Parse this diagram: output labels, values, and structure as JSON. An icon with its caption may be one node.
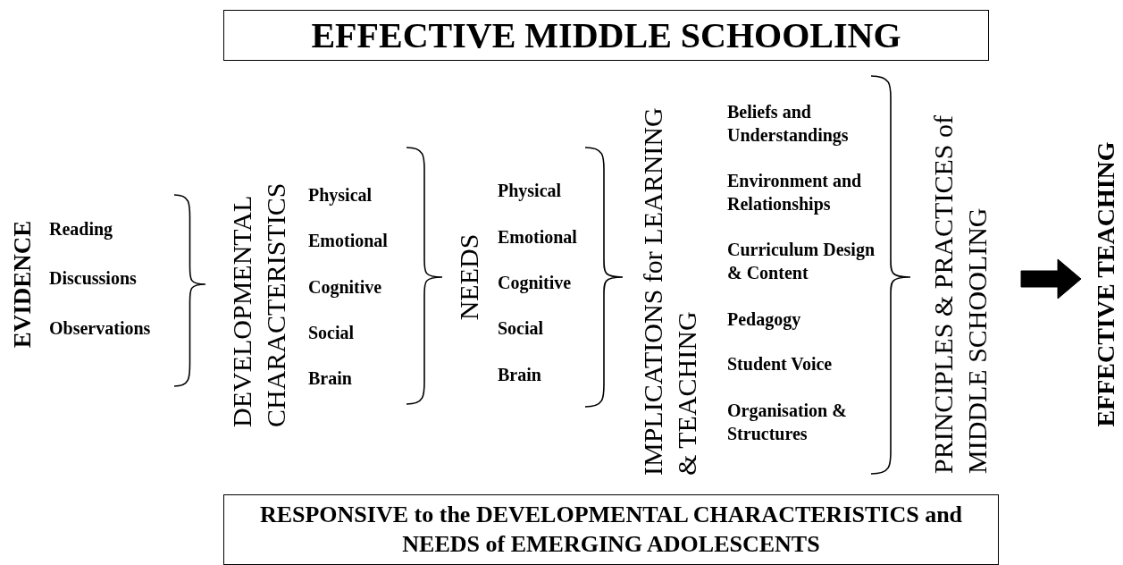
{
  "diagram": {
    "nodes": [
      {
        "text": [
          "EFFECTIVE MIDDLE SCHOOLING"
        ]
      },
      {
        "text": [
          "PRINCIPLES & PRACTICES of MIDDLE SCHOOLING"
        ]
      },
      {
        "text": [
          "EFFECTIVE TEACHING"
        ]
      },
      {
        "text": [
          "RESPONSIVE to the DEVELOPMENTAL CHARACTERISTICS and NEEDS of EMERGING ADOLESCENTS"
        ]
      }
    ],
    "edges": [
      {
        "from": 1,
        "to": 2,
        "arrow": "to",
        "style": "thick"
      }
    ],
    "labels": [
      "EVIDENCE",
      "Reading",
      "Discussions",
      "Observations",
      "DEVELOPMENTAL CHARACTERISTICS",
      "Physical",
      "Emotional",
      "Cognitive",
      "Social",
      "Brain",
      "NEEDS",
      "Physical",
      "Emotional",
      "Cognitive",
      "Social",
      "Brain",
      "IMPLICATIONS for LEARNING & TEACHING",
      "Beliefs and Understandings",
      "Environment and Relationships",
      "Curriculum Design & Content",
      "Pedagogy",
      "Student Voice",
      "Organisation & Structures"
    ]
  }
}
